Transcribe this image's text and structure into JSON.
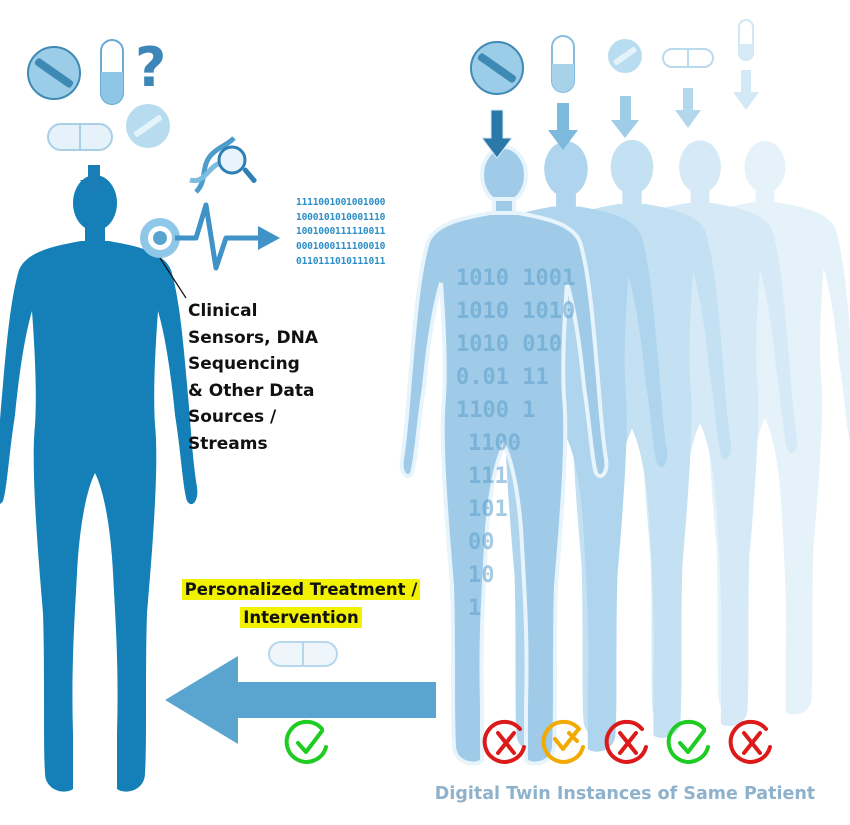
{
  "labels": {
    "data_sources": [
      "Clinical",
      "Sensors, DNA",
      "Sequencing",
      "& Other Data",
      "Sources /",
      "Streams"
    ],
    "treatment_line1": "Personalized Treatment /",
    "treatment_line2": "Intervention",
    "twin_caption": "Digital Twin Instances of Same Patient"
  },
  "binary_stream": [
    "1111001001001000",
    "1000101010001110",
    "1001000111110011",
    "0001000111100010",
    "0110111010111011"
  ],
  "body_binary": [
    "1010  1001",
    "1010  1010",
    "1010  010",
    "0.01  11",
    "1100  1",
    "1100",
    "111",
    "101",
    "00",
    "10",
    "1"
  ],
  "outcome_marks": [
    {
      "icon": "check-icon",
      "status": "success",
      "color": "#1fcc22"
    },
    {
      "icon": "cross-icon",
      "status": "failure",
      "color": "#dd1a1a"
    },
    {
      "icon": "partial-icon",
      "status": "partial",
      "color": "#f2a900"
    },
    {
      "icon": "cross-icon",
      "status": "failure",
      "color": "#dd1a1a"
    },
    {
      "icon": "check-icon",
      "status": "success",
      "color": "#1fcc22"
    },
    {
      "icon": "cross-icon",
      "status": "failure",
      "color": "#dd1a1a"
    }
  ],
  "colors": {
    "patient": "#1580b8",
    "twin": "#7fb8de",
    "arrow": "#5aa5cf",
    "highlight": "#f2f200",
    "caption": "#8fb2cc"
  }
}
